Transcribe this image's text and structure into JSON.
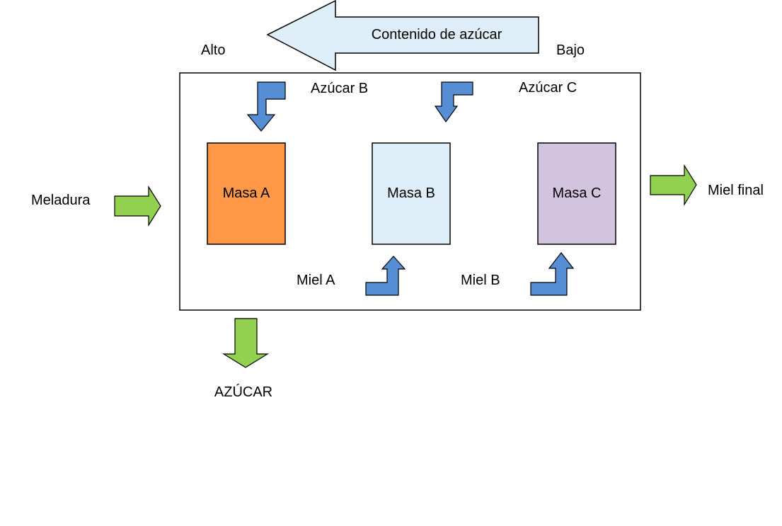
{
  "diagram": {
    "sugar_content_arrow": {
      "label": "Contenido de azúcar",
      "color": "#DEEEF8"
    },
    "scale_high": "Alto",
    "scale_low": "Bajo",
    "inputs": {
      "meladura": "Meladura"
    },
    "outputs": {
      "miel_final": "Miel final",
      "azucar": "AZÚCAR"
    },
    "masses": [
      {
        "label": "Masa A",
        "color": "#FF9947"
      },
      {
        "label": "Masa B",
        "color": "#DEEEF8"
      },
      {
        "label": "Masa C",
        "color": "#D2C4DE"
      }
    ],
    "recycles": {
      "azucar_b": "Azúcar B",
      "azucar_c": "Azúcar C",
      "miel_a": "Miel A",
      "miel_b": "Miel B"
    },
    "colors": {
      "flow_green": "#92D050",
      "recycle_blue": "#558ED5",
      "outline": "#000000"
    }
  }
}
